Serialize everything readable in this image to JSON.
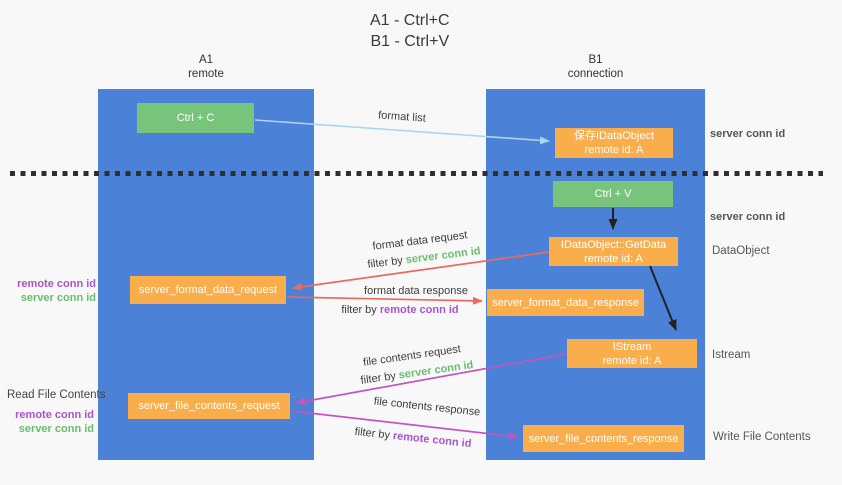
{
  "title": {
    "line1": "A1 - Ctrl+C",
    "line2": "B1 - Ctrl+V"
  },
  "columns": {
    "a": {
      "id": "A1",
      "name": "remote"
    },
    "b": {
      "id": "B1",
      "name": "connection"
    }
  },
  "nodes": {
    "ctrl_c": "Ctrl + C",
    "ctrl_v": "Ctrl + V",
    "save_dataobject": {
      "line1": "保存IDataObject",
      "line2": "remote id: A"
    },
    "getdata": {
      "line1": "IDataObject::GetData",
      "line2": "remote id: A"
    },
    "istream": {
      "line1": "IStream",
      "line2": "remote id: A"
    },
    "server_format_data_request": "server_format_data_request",
    "server_format_data_response": "server_format_data_response",
    "server_file_contents_request": "server_file_contents_request",
    "server_file_contents_response": "server_file_contents_response"
  },
  "flow_labels": {
    "format_list": "format list",
    "format_data_request": "format data request",
    "format_data_response": "format data response",
    "file_contents_request": "file contents request",
    "file_contents_response": "file contents response",
    "filter_by": "filter by",
    "server_conn_id": "server conn id",
    "remote_conn_id": "remote conn id"
  },
  "side_labels": {
    "dataobject": "DataObject",
    "istream": "Istream",
    "read_file_contents": "Read File Contents",
    "write_file_contents": "Write File Contents",
    "server_conn_id": "server conn id",
    "remote_conn_id": "remote conn id"
  },
  "colors": {
    "lane_blue": "#4c81d8",
    "green_box": "#79c47d",
    "orange_box": "#f9ae4b",
    "green_text": "#6abd6e",
    "purple_text": "#a855c8",
    "red_arrow": "#e96a5e",
    "magenta_arrow": "#c356be",
    "lightblue_arrow": "#a9d7f2",
    "black_arrow": "#222222",
    "background": "#f8f8f9"
  }
}
